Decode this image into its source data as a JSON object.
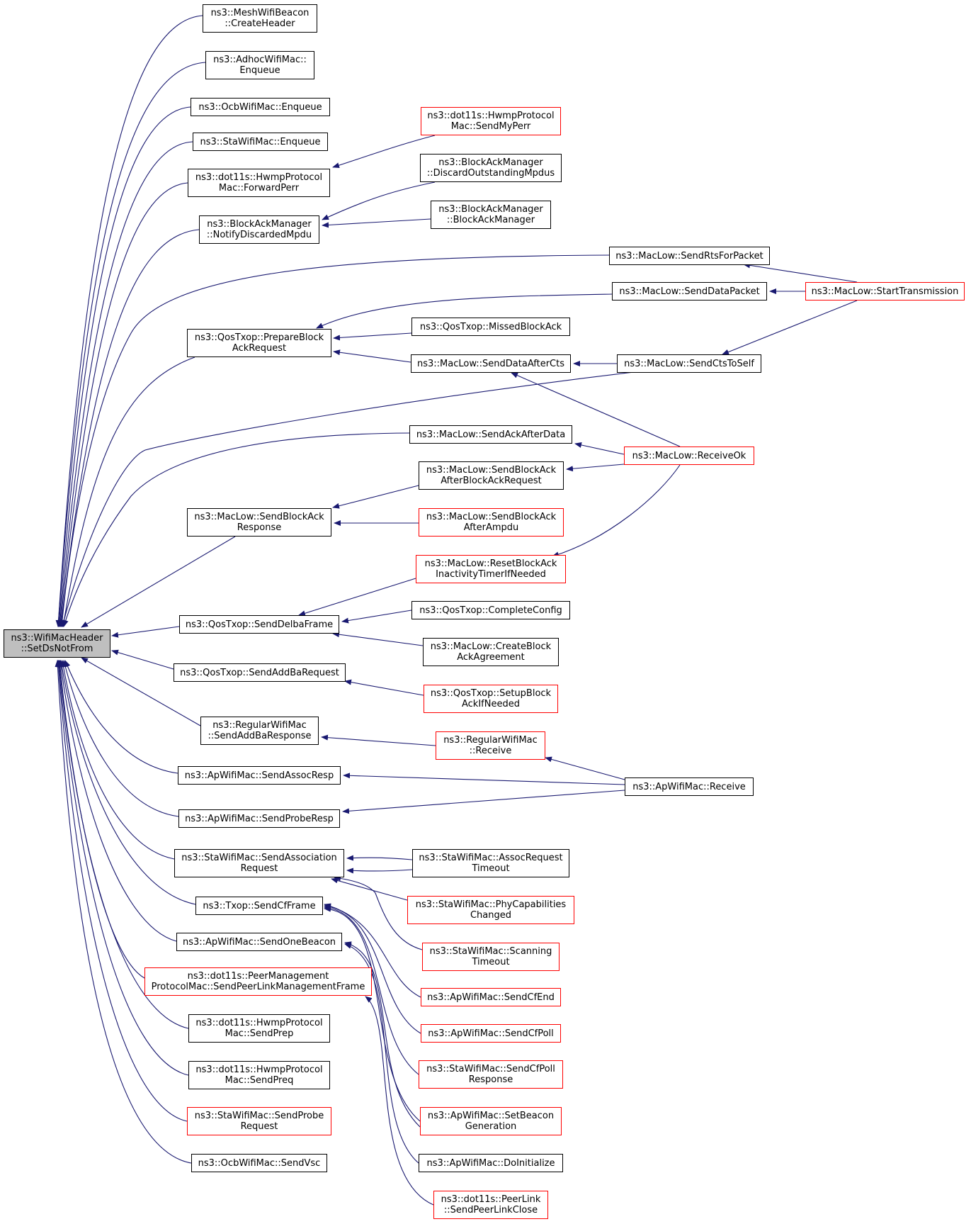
{
  "colors": {
    "edge": "#191970",
    "default_border": "#000000",
    "truncated_border": "#ff0000",
    "root_fill": "#bfbfbf"
  },
  "nodes": {
    "root": [
      "ns3::WifiMacHeader",
      "::SetDsNotFrom"
    ],
    "meshbeacon": [
      "ns3::MeshWifiBeacon",
      "::CreateHeader"
    ],
    "adhoc": [
      "ns3::AdhocWifiMac::",
      "Enqueue"
    ],
    "ocbenq": [
      "ns3::OcbWifiMac::Enqueue"
    ],
    "staenq": [
      "ns3::StaWifiMac::Enqueue"
    ],
    "fwdperr": [
      "ns3::dot11s::HwmpProtocol",
      "Mac::ForwardPerr"
    ],
    "notify": [
      "ns3::BlockAckManager",
      "::NotifyDiscardedMpdu"
    ],
    "preparebar": [
      "ns3::QosTxop::PrepareBlock",
      "AckRequest"
    ],
    "sendbar": [
      "ns3::MacLow::SendBlockAck",
      "Response"
    ],
    "senddelba": [
      "ns3::QosTxop::SendDelbaFrame"
    ],
    "sendaddbareq": [
      "ns3::QosTxop::SendAddBaRequest"
    ],
    "sendaddbaresp": [
      "ns3::RegularWifiMac",
      "::SendAddBaResponse"
    ],
    "assocresp": [
      "ns3::ApWifiMac::SendAssocResp"
    ],
    "proberesp": [
      "ns3::ApWifiMac::SendProbeResp"
    ],
    "sendassoc": [
      "ns3::StaWifiMac::SendAssociation",
      "Request"
    ],
    "cfframe": [
      "ns3::Txop::SendCfFrame"
    ],
    "onebeacon": [
      "ns3::ApWifiMac::SendOneBeacon"
    ],
    "peermgmt": [
      "ns3::dot11s::PeerManagement",
      "ProtocolMac::SendPeerLinkManagementFrame"
    ],
    "sendprep": [
      "ns3::dot11s::HwmpProtocol",
      "Mac::SendPrep"
    ],
    "sendpreq": [
      "ns3::dot11s::HwmpProtocol",
      "Mac::SendPreq"
    ],
    "probereq": [
      "ns3::StaWifiMac::SendProbe",
      "Request"
    ],
    "sendvsc": [
      "ns3::OcbWifiMac::SendVsc"
    ],
    "sendmyperr": [
      "ns3::dot11s::HwmpProtocol",
      "Mac::SendMyPerr"
    ],
    "discard": [
      "ns3::BlockAckManager",
      "::DiscardOutstandingMpdus"
    ],
    "bam": [
      "ns3::BlockAckManager",
      "::BlockAckManager"
    ],
    "rtsforpkt": [
      "ns3::MacLow::SendRtsForPacket"
    ],
    "datapkt": [
      "ns3::MacLow::SendDataPacket"
    ],
    "missedba": [
      "ns3::QosTxop::MissedBlockAck"
    ],
    "dataaftercts": [
      "ns3::MacLow::SendDataAfterCts"
    ],
    "ackafterdata": [
      "ns3::MacLow::SendAckAfterData"
    ],
    "baafterbar": [
      "ns3::MacLow::SendBlockAck",
      "AfterBlockAckRequest"
    ],
    "baafterampdu": [
      "ns3::MacLow::SendBlockAck",
      "AfterAmpdu"
    ],
    "resetba": [
      "ns3::MacLow::ResetBlockAck",
      "InactivityTimerIfNeeded"
    ],
    "completecfg": [
      "ns3::QosTxop::CompleteConfig"
    ],
    "createba": [
      "ns3::MacLow::CreateBlock",
      "AckAgreement"
    ],
    "setupba": [
      "ns3::QosTxop::SetupBlock",
      "AckIfNeeded"
    ],
    "regreceive": [
      "ns3::RegularWifiMac",
      "::Receive"
    ],
    "assoctimeout": [
      "ns3::StaWifiMac::AssocRequest",
      "Timeout"
    ],
    "phycap": [
      "ns3::StaWifiMac::PhyCapabilities",
      "Changed"
    ],
    "scantimeout": [
      "ns3::StaWifiMac::Scanning",
      "Timeout"
    ],
    "cfend": [
      "ns3::ApWifiMac::SendCfEnd"
    ],
    "cfpoll": [
      "ns3::ApWifiMac::SendCfPoll"
    ],
    "cfpollresp": [
      "ns3::StaWifiMac::SendCfPoll",
      "Response"
    ],
    "setbeacongen": [
      "ns3::ApWifiMac::SetBeacon",
      "Generation"
    ],
    "doinit": [
      "ns3::ApWifiMac::DoInitialize"
    ],
    "peerlinkclose": [
      "ns3::dot11s::PeerLink",
      "::SendPeerLinkClose"
    ],
    "starttx": [
      "ns3::MacLow::StartTransmission"
    ],
    "ctstoself": [
      "ns3::MacLow::SendCtsToSelf"
    ],
    "receiveok": [
      "ns3::MacLow::ReceiveOk"
    ],
    "apreceive": [
      "ns3::ApWifiMac::Receive"
    ]
  }
}
